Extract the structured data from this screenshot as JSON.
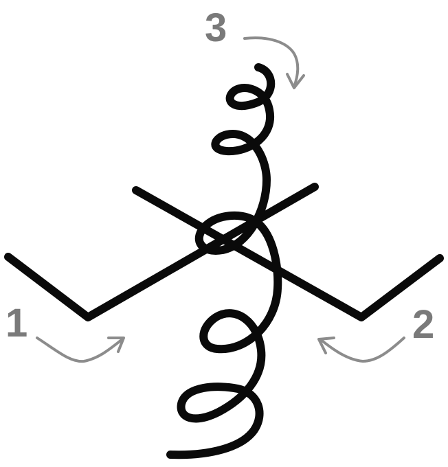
{
  "diagram": {
    "steps": [
      {
        "label": "1"
      },
      {
        "label": "2"
      },
      {
        "label": "3"
      }
    ],
    "colors": {
      "rope": "#0a0a0a",
      "arrows": "#8c8c8c",
      "labels": "#7a7a7a",
      "background": "#ffffff"
    }
  }
}
